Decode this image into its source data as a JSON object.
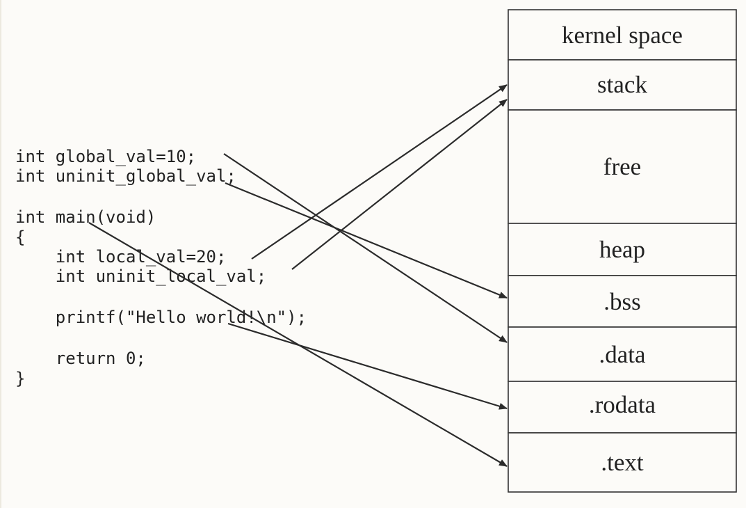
{
  "code": [
    "int global_val=10;",
    "int uninit_global_val;",
    "",
    "int main(void)",
    "{",
    "    int local_val=20;",
    "    int uninit_local_val;",
    "",
    "    printf(\"Hello world!\\n\");",
    "",
    "    return 0;",
    "}"
  ],
  "segments": [
    "kernel space",
    "stack",
    "free",
    "heap",
    ".bss",
    ".data",
    ".rodata",
    ".text"
  ],
  "arrows": [
    {
      "from_line": 0,
      "to_segment": ".data"
    },
    {
      "from_line": 1,
      "to_segment": ".bss"
    },
    {
      "from_line": 3,
      "to_segment": ".text"
    },
    {
      "from_line": 5,
      "to_segment": "stack"
    },
    {
      "from_line": 6,
      "to_segment": "stack"
    },
    {
      "from_line": 8,
      "to_segment": ".rodata"
    }
  ],
  "colors": {
    "background": "#fcfbf8",
    "line": "#2b2b2b",
    "text": "#222222"
  }
}
